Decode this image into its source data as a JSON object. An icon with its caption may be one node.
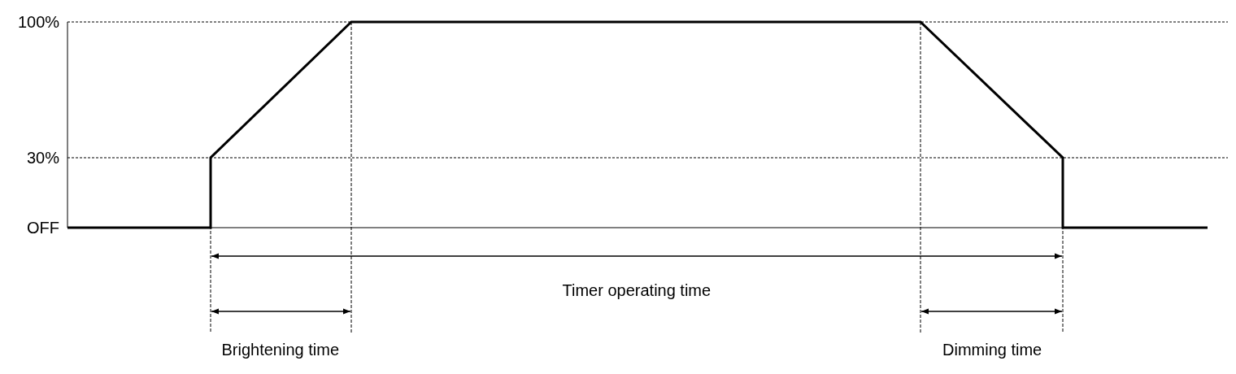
{
  "diagram": {
    "labels": [
      "100%",
      "30%",
      "OFF",
      "Timer operating time",
      "Brightening time",
      "Dimming time"
    ]
  }
}
